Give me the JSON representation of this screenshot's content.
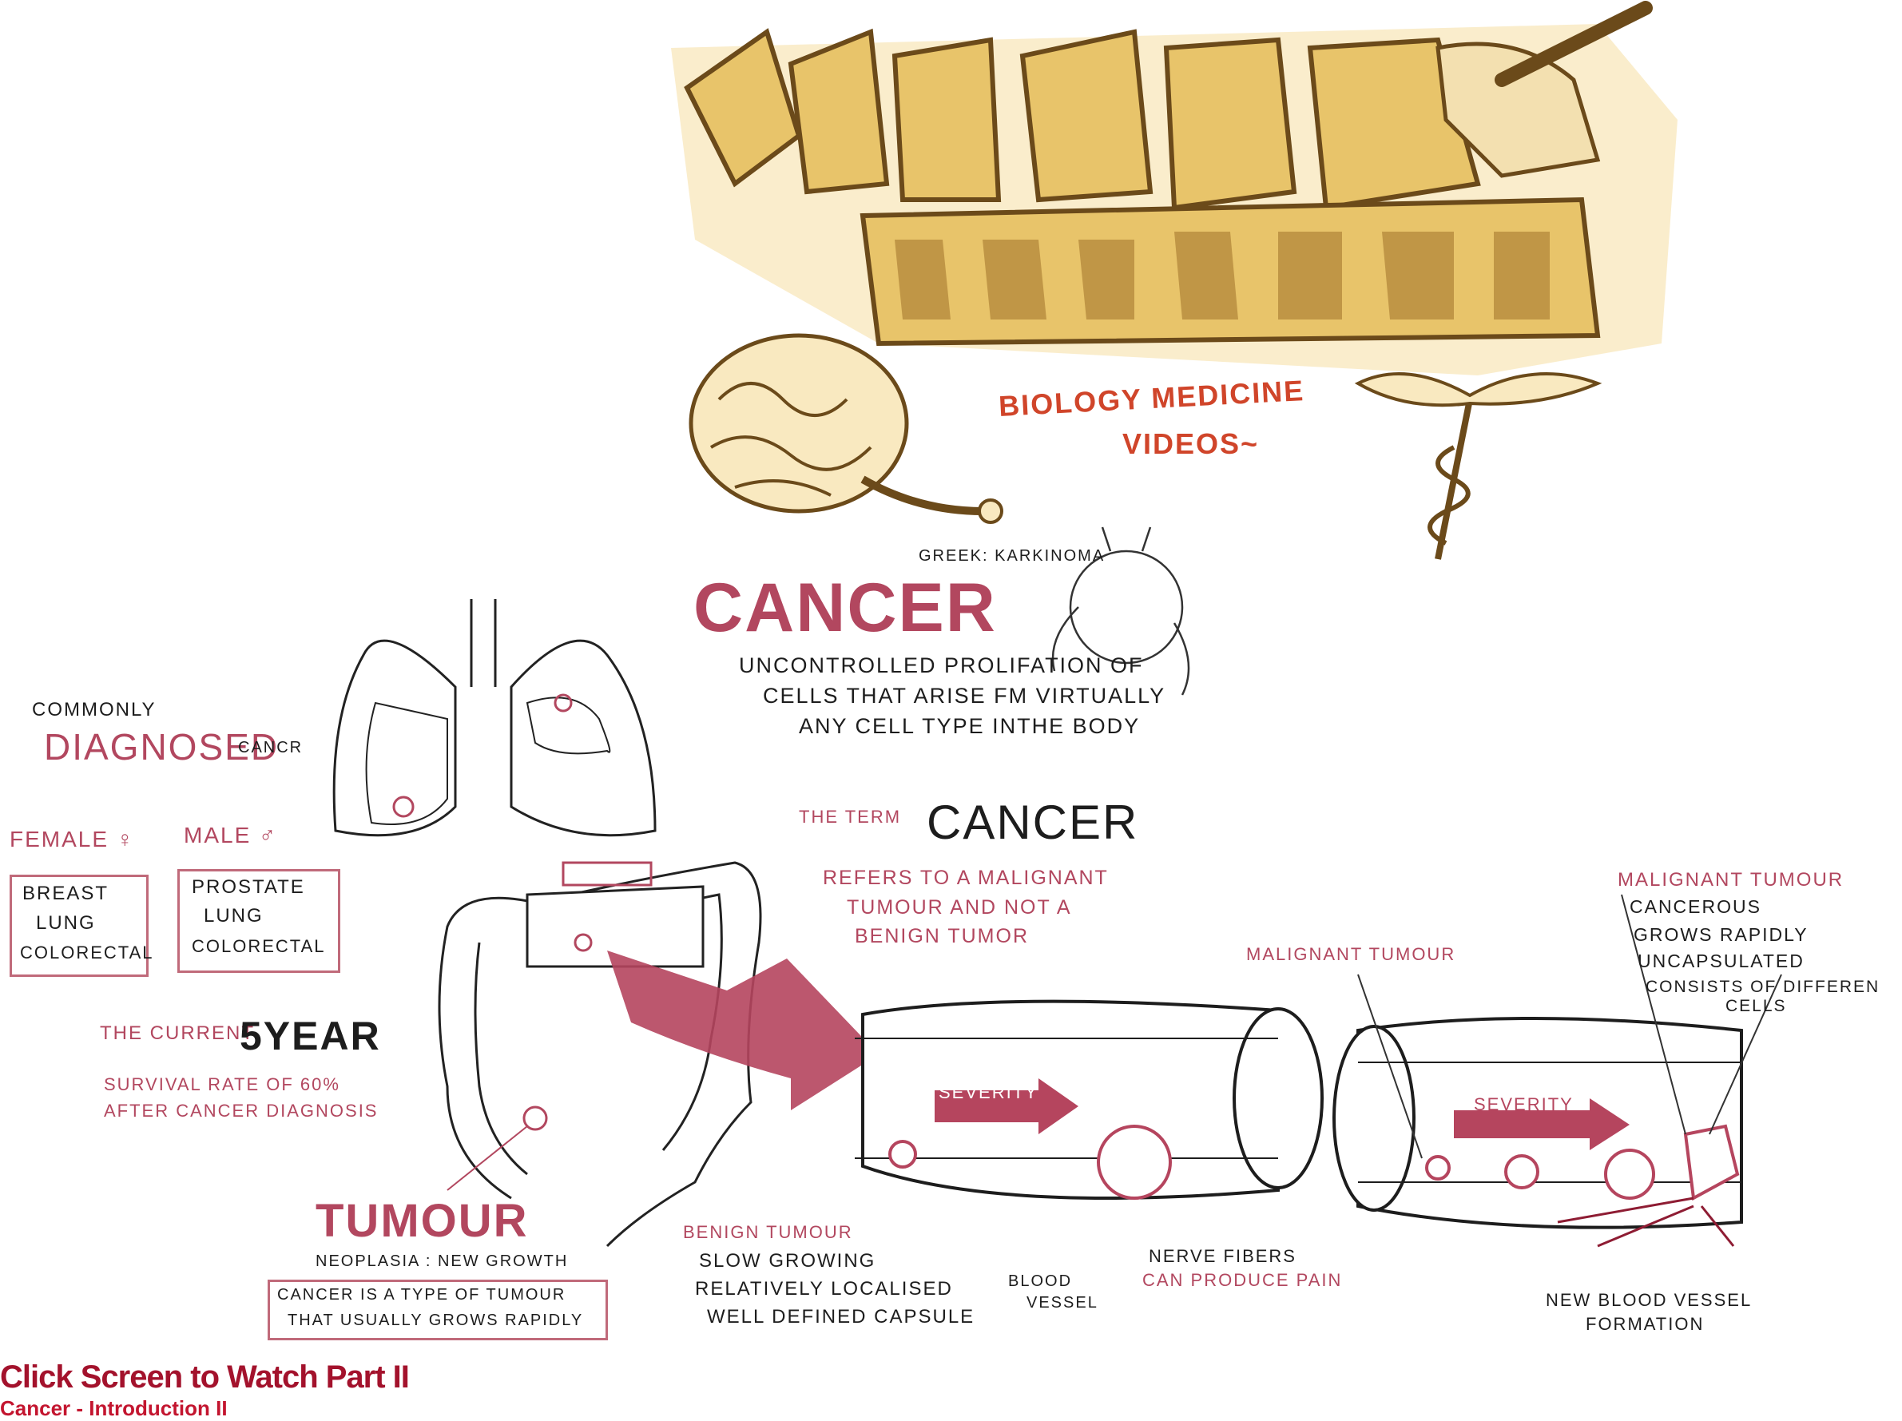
{
  "logo": {
    "tagline_line1": "BIOLOGY MEDICINE",
    "tagline_line2": "VIDEOS~"
  },
  "header": {
    "greek": "GREEK: KARKINOMA",
    "title": "CANCER",
    "definition": [
      "UNCONTROLLED PROLIFATION OF",
      "CELLS THAT ARISE FM VIRTUALLY",
      "ANY CELL TYPE INTHE BODY"
    ]
  },
  "diagnosed": {
    "commonly": "COMMONLY",
    "diagnosed": "DIAGNOSED",
    "cancer_word": "CANCR",
    "female_label": "FEMALE ♀",
    "male_label": "MALE ♂",
    "female_list": [
      "BREAST",
      "LUNG",
      "COLORECTAL"
    ],
    "male_list": [
      "PROSTATE",
      "LUNG",
      "COLORECTAL"
    ]
  },
  "survival": {
    "prefix": "THE CURRENT",
    "big": "5YEAR",
    "line1": "SURVIVAL RATE OF 60%",
    "line2": "AFTER CANCER DIAGNOSIS"
  },
  "tumour": {
    "title": "TUMOUR",
    "neoplasia": "NEOPLASIA : NEW GROWTH",
    "box_line1": "CANCER IS A TYPE OF TUMOUR",
    "box_line2": "THAT USUALLY GROWS RAPIDLY"
  },
  "term": {
    "prefix": "THE TERM",
    "big": "CANCER",
    "lines": [
      "REFERS TO A MALIGNANT",
      "TUMOUR AND NOT A",
      "BENIGN TUMOR"
    ]
  },
  "benign": {
    "title": "BENIGN TUMOUR",
    "lines": [
      "SLOW GROWING",
      "RELATIVELY LOCALISED",
      "WELL DEFINED CAPSULE"
    ],
    "blood_vessel": [
      "BLOOD",
      "VESSEL"
    ],
    "nerve": [
      "NERVE FIBERS",
      "CAN PRODUCE PAIN"
    ],
    "severity": "SEVERITY"
  },
  "malignant": {
    "label_left": "MALIGNANT TUMOUR",
    "title": "MALIGNANT TUMOUR",
    "lines": [
      "CANCEROUS",
      "GROWS RAPIDLY",
      "UNCAPSULATED",
      "CONSISTS OF DIFFEREN",
      "CELLS"
    ],
    "severity": "SEVERITY",
    "vessel_formation": [
      "NEW BLOOD VESSEL",
      "FORMATION"
    ]
  },
  "footer": {
    "watch": "Click Screen to Watch Part II",
    "subtitle": "Cancer - Introduction II"
  },
  "colors": {
    "accent_maroon": "#b2475f",
    "logo_gold": "#e8c46a",
    "logo_brown": "#6b4a1a",
    "footer_red": "#a3122c"
  }
}
